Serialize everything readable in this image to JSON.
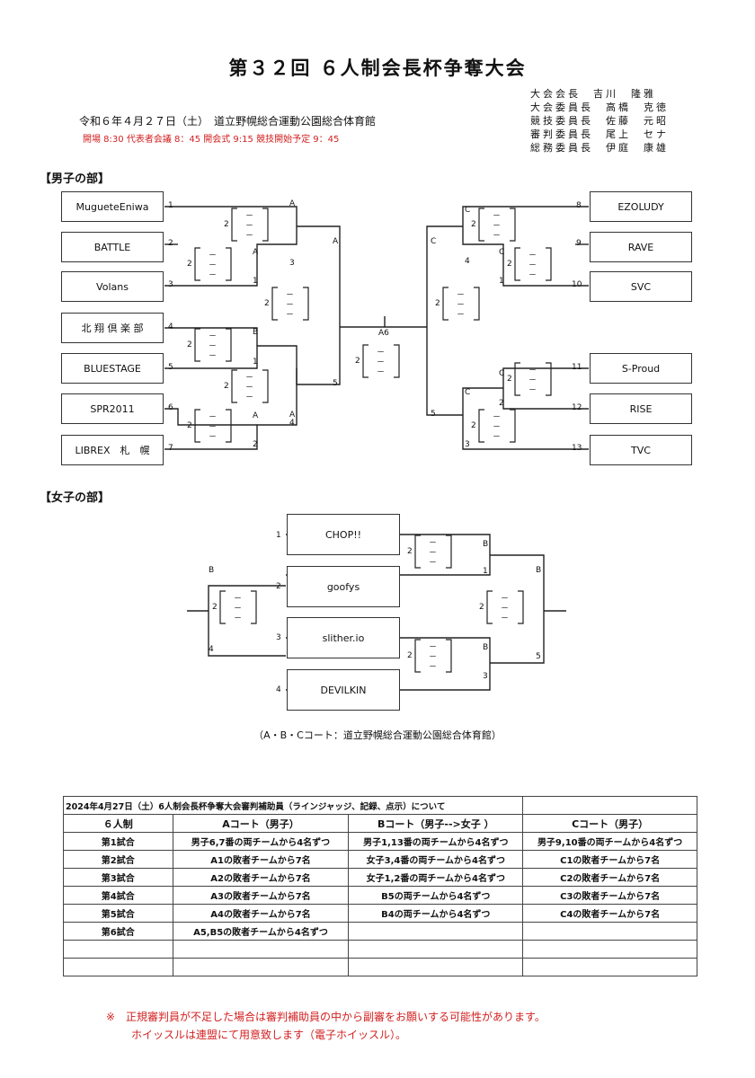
{
  "title": "第３２回 ６人制会長杯争奪大会",
  "officials": [
    "大会会長　吉川　隆雅",
    "大会委員長　高橋　克徳",
    "競技委員長　佐藤　元昭",
    "審判委員長　尾上　セナ",
    "総務委員長　伊庭　康雄"
  ],
  "venue": "令和６年４月２７日（土）　道立野幌総合運動公園総合体育館",
  "schedule": "開場 8:30 代表者会議 8：45 開会式 9:15 競技開始予定 9：45",
  "men": {
    "heading": "【男子の部】",
    "left_teams": [
      {
        "num": "1",
        "name": "MugueteEniwa"
      },
      {
        "num": "2",
        "name": "BATTLE"
      },
      {
        "num": "3",
        "name": "Volans"
      },
      {
        "num": "4",
        "name": "北 翔 倶 楽 部"
      },
      {
        "num": "5",
        "name": "BLUESTAGE"
      },
      {
        "num": "6",
        "name": "SPR2011"
      },
      {
        "num": "7",
        "name": "LIBREX　札　幌"
      }
    ],
    "right_teams": [
      {
        "num": "8",
        "name": "EZOLUDY"
      },
      {
        "num": "9",
        "name": "RAVE"
      },
      {
        "num": "10",
        "name": "SVC"
      },
      {
        "num": "11",
        "name": "S-Proud"
      },
      {
        "num": "12",
        "name": "RISE"
      },
      {
        "num": "13",
        "name": "TVC"
      }
    ],
    "final_label": "A6",
    "score_set_count": "2",
    "score_dash": "－"
  },
  "women": {
    "heading": "【女子の部】",
    "teams": [
      {
        "num": "1",
        "name": "CHOP!!"
      },
      {
        "num": "2",
        "name": "goofys"
      },
      {
        "num": "3",
        "name": "slither.io"
      },
      {
        "num": "4",
        "name": "DEVILKIN"
      }
    ]
  },
  "court_caption": "（A・B・Cコート：道立野幌総合運動公園総合体育館）",
  "referee_table": {
    "caption": "2024年4月27日（土）6人制会長杯争奪大会審判補助員（ラインジャッジ、記録、点示）について",
    "headers": [
      "６人制",
      "Aコート（男子）",
      "Bコート（男子-->女子 ）",
      "Cコート（男子）"
    ],
    "rows": [
      [
        "第1試合",
        "男子6,7番の両チームから4名ずつ",
        "男子1,13番の両チームから4名ずつ",
        "男子9,10番の両チームから4名ずつ"
      ],
      [
        "第2試合",
        "A1の敗者チームから7名",
        "女子3,4番の両チームから4名ずつ",
        "C1の敗者チームから7名"
      ],
      [
        "第3試合",
        "A2の敗者チームから7名",
        "女子1,2番の両チームから4名ずつ",
        "C2の敗者チームから7名"
      ],
      [
        "第4試合",
        "A3の敗者チームから7名",
        "B5の両チームから4名ずつ",
        "C3の敗者チームから7名"
      ],
      [
        "第5試合",
        "A4の敗者チームから7名",
        "B4の両チームから4名ずつ",
        "C4の敗者チームから7名"
      ],
      [
        "第6試合",
        "A5,B5の敗者チームから4名ずつ",
        "",
        ""
      ],
      [
        "",
        "",
        "",
        ""
      ],
      [
        "",
        "",
        "",
        ""
      ]
    ]
  },
  "notes": [
    "※　正規審判員が不足した場合は審判補助員の中から副審をお願いする可能性があります。",
    "ホイッスルは連盟にて用意致します（電子ホイッスル）。"
  ]
}
